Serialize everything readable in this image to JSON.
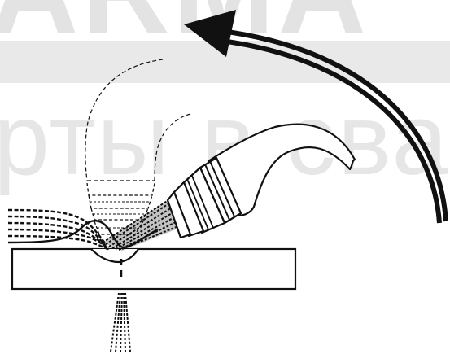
{
  "watermark": {
    "top_text": "ARMA",
    "sub_text": "рты в сва",
    "color": "#e3e3e3"
  },
  "diagram": {
    "line_color": "#111111",
    "arrow_direction": "counter-clockwise"
  }
}
